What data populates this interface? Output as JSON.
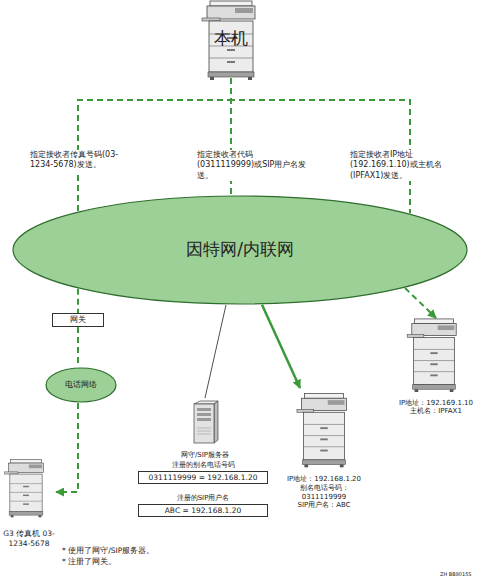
{
  "diagram": {
    "nodes": [
      {
        "text": [
          "本机"
        ]
      },
      {
        "text": [
          "因特网/内联网"
        ]
      },
      {
        "text": [
          "网关"
        ]
      },
      {
        "text": [
          "电话网络"
        ]
      },
      {
        "text": [
          "G3 传真机 03-1234-5678"
        ]
      },
      {
        "text": [
          "网守/SIP服务器"
        ]
      },
      {
        "text": [
          "注册的别名电话号码",
          "0311119999 = 192.168.1.20"
        ]
      },
      {
        "text": [
          "注册的SIP用户名",
          "ABC = 192.168.1.20"
        ]
      },
      {
        "text": [
          "IP地址：192.168.1.20",
          "别名电话号码：0311119999",
          "SIP用户名：ABC"
        ]
      },
      {
        "text": [
          "IP地址：192.169.1.10",
          "主机名：IPFAX1"
        ]
      }
    ],
    "edges": [
      {
        "from": 0,
        "to": 1,
        "arrow": "none",
        "label": "指定接收者传真号码(03-1234-5678)发送。"
      },
      {
        "from": 0,
        "to": 1,
        "arrow": "none",
        "label": "指定接收者代码(0311119999)或SIP用户名发送。"
      },
      {
        "from": 0,
        "to": 1,
        "arrow": "none",
        "label": "指定接收者IP地址(192.169.1.10)或主机名(IPFAX1)发送。"
      },
      {
        "from": 1,
        "to": 2,
        "arrow": "none"
      },
      {
        "from": 2,
        "to": 3,
        "arrow": "none"
      },
      {
        "from": 3,
        "to": 4,
        "arrow": "to"
      },
      {
        "from": 1,
        "to": 8,
        "arrow": "to"
      },
      {
        "from": 1,
        "to": 5,
        "arrow": "none"
      },
      {
        "from": 1,
        "to": 9,
        "arrow": "to"
      }
    ],
    "labels": [
      "* 使用了网守/SIP服务器。",
      "* 注册了网关。",
      "ZH BB8015S"
    ]
  }
}
